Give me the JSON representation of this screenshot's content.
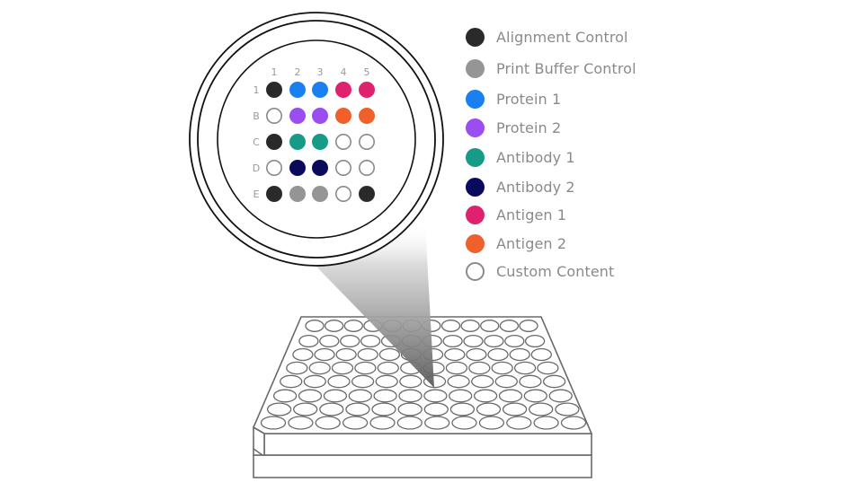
{
  "magnifier": {
    "column_labels": [
      "1",
      "2",
      "3",
      "4",
      "5"
    ],
    "row_labels": [
      "1",
      "B",
      "C",
      "D",
      "E"
    ],
    "grid": [
      [
        "alignment",
        "protein1",
        "protein1",
        "antigen1",
        "antigen1"
      ],
      [
        "custom",
        "protein2",
        "protein2",
        "antigen2",
        "antigen2"
      ],
      [
        "alignment",
        "antibody1",
        "antibody1",
        "custom",
        "custom"
      ],
      [
        "custom",
        "antibody2",
        "antibody2",
        "custom",
        "custom"
      ],
      [
        "alignment",
        "buffer",
        "buffer",
        "custom",
        "alignment"
      ]
    ]
  },
  "legend": {
    "items": [
      {
        "key": "alignment",
        "label": "Alignment Control",
        "color": "#2a2a2a",
        "hollow": false
      },
      {
        "key": "buffer",
        "label": "Print Buffer Control",
        "color": "#959595",
        "hollow": false
      },
      {
        "key": "protein1",
        "label": "Protein 1",
        "color": "#1a7ff0",
        "hollow": false
      },
      {
        "key": "protein2",
        "label": "Protein 2",
        "color": "#9a4ef0",
        "hollow": false
      },
      {
        "key": "antibody1",
        "label": "Antibody 1",
        "color": "#169c86",
        "hollow": false
      },
      {
        "key": "antibody2",
        "label": "Antibody 2",
        "color": "#0a0a5c",
        "hollow": false
      },
      {
        "key": "antigen1",
        "label": "Antigen 1",
        "color": "#e0226e",
        "hollow": false
      },
      {
        "key": "antigen2",
        "label": "Antigen 2",
        "color": "#f0602a",
        "hollow": false
      },
      {
        "key": "custom",
        "label": "Custom Content",
        "color": "#8a8a8a",
        "hollow": true
      }
    ]
  },
  "plate": {
    "rows": 8,
    "columns": 12
  }
}
